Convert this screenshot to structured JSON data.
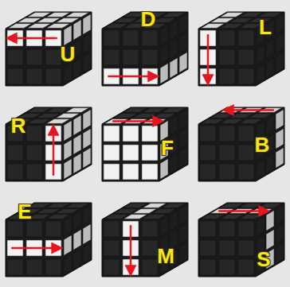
{
  "diagram": {
    "labels": [
      "U",
      "D",
      "L",
      "R",
      "F",
      "B",
      "E",
      "M",
      "S"
    ]
  }
}
